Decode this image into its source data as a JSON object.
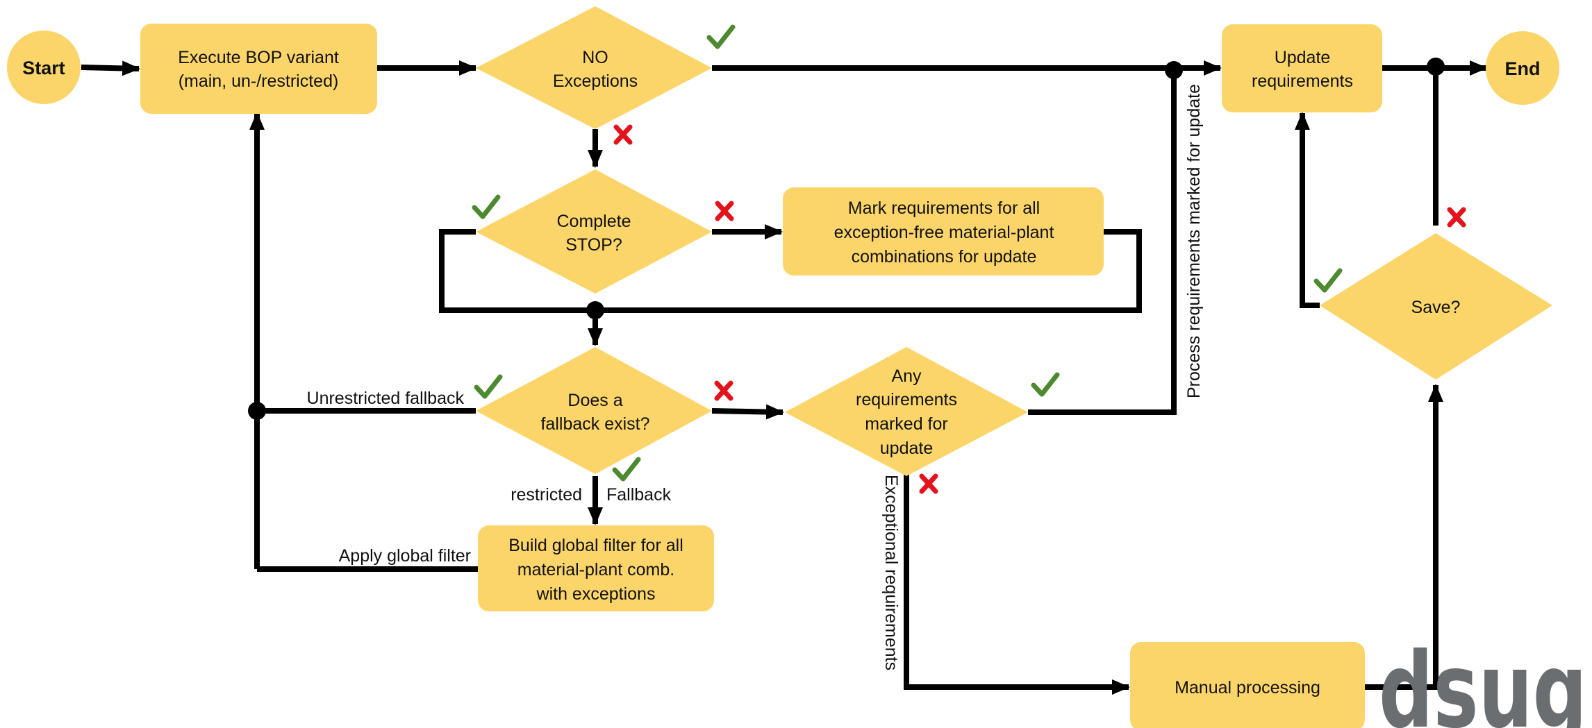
{
  "colors": {
    "node_fill": "#fcd56a",
    "line": "#000000",
    "check": "#4d8a2f",
    "cross": "#e3121b",
    "logo": "#6b6e70"
  },
  "nodes": {
    "start": "Start",
    "end": "End",
    "execute_bop": [
      "Execute BOP variant",
      "(main, un-/restricted)"
    ],
    "no_exceptions": [
      "NO",
      "Exceptions"
    ],
    "complete_stop": [
      "Complete",
      "STOP?"
    ],
    "mark_requirements": [
      "Mark requirements for all",
      "exception-free material-plant",
      "combinations for update"
    ],
    "fallback_exist": [
      "Does a",
      "fallback exist?"
    ],
    "any_requirements": [
      "Any",
      "requirements",
      "marked for",
      "update"
    ],
    "global_filter": [
      "Build global filter for all",
      "material-plant comb.",
      "with exceptions"
    ],
    "update_requirements": [
      "Update",
      "requirements"
    ],
    "save": "Save?",
    "manual_processing": "Manual processing"
  },
  "edge_labels": {
    "unrestricted_fallback": "Unrestricted fallback",
    "restricted": "restricted",
    "fallback": "Fallback",
    "apply_global_filter": "Apply global filter",
    "process_requirements": "Process requirements marked for update",
    "exceptional_requirements": "Exceptional requirements"
  },
  "logo": {
    "text": "dsug",
    "icon": "dsag-logo"
  }
}
